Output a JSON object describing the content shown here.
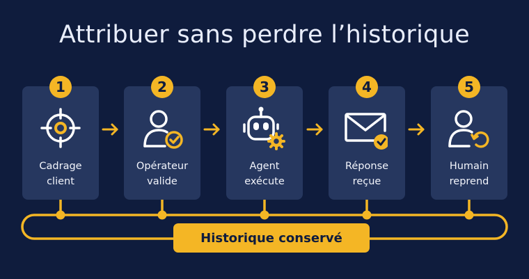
{
  "title": "Attribuer sans perdre l’historique",
  "steps": [
    {
      "number": "1",
      "line1": "Cadrage",
      "line2": "client",
      "icon": "target-icon"
    },
    {
      "number": "2",
      "line1": "Opérateur",
      "line2": "valide",
      "icon": "user-check-icon"
    },
    {
      "number": "3",
      "line1": "Agent",
      "line2": "exécute",
      "icon": "robot-gear-icon"
    },
    {
      "number": "4",
      "line1": "Réponse",
      "line2": "reçue",
      "icon": "mail-check-icon"
    },
    {
      "number": "5",
      "line1": "Humain",
      "line2": "reprend",
      "icon": "user-return-icon"
    }
  ],
  "footer": {
    "label": "Historique conservé"
  },
  "colors": {
    "background": "#0f1c3d",
    "card": "#26375f",
    "accent": "#f4b625",
    "text": "#f2f4fb"
  }
}
